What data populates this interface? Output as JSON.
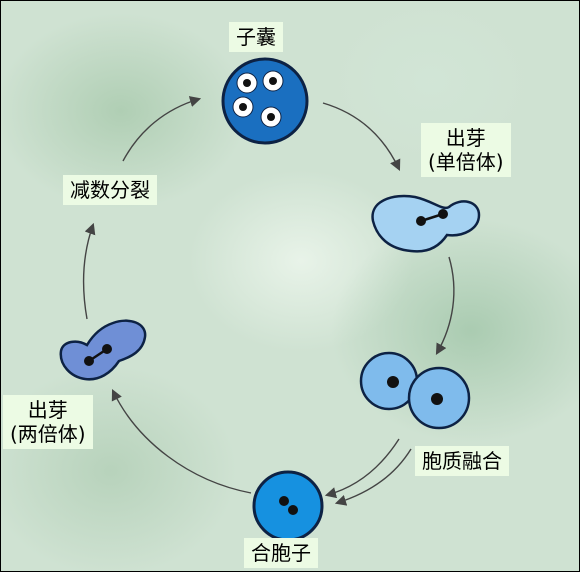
{
  "labels": {
    "ascus": "子囊",
    "budding_haploid": "出芽\n(单倍体)",
    "plasmogamy": "胞质融合",
    "zygote": "合胞子",
    "budding_diploid": "出芽\n(两倍体)",
    "meiosis": "减数分裂"
  },
  "colors": {
    "ascus_fill": "#1a6fc0",
    "haploid_fill": "#a5d2f2",
    "plasmogamy_fill": "#7fbbec",
    "zygote_fill": "#1691e0",
    "diploid_fill": "#6f8fd6",
    "arrow": "#444444",
    "label_bg": "#ecfbe4"
  }
}
